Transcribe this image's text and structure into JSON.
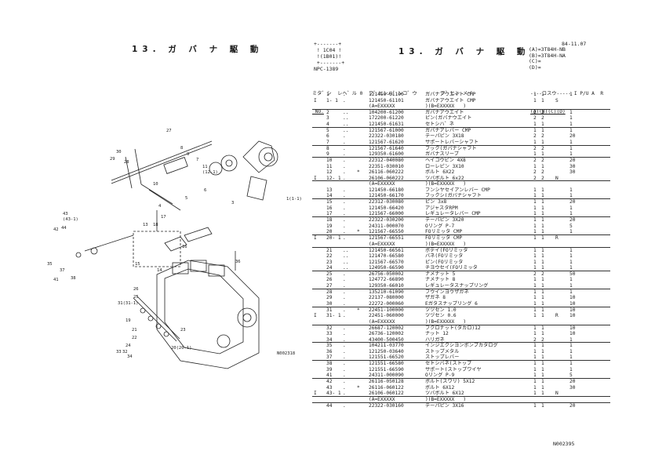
{
  "left_title": "13. ガ  バ  ナ  駆  動",
  "right_title": "13. ガ  バ  ナ  駆  動",
  "box_header": "+-------+\n ! 1C04 !\n !(1B01)!\n +-------+\nNPC-1389",
  "date": "84-11.07",
  "variants": "(A)=3T84H-NB\n(B)=3T84H-NA\n(C)=\n(D)=",
  "col_headers": {
    "line1": "ミタ゛シ  レヘ゛ル 0  フ゛ヒンハ゛ンコ゛ウ        フ゛ヒン メイ",
    "line2": " NO.",
    "qty_hdr": "----コスウ----- I P/U A  R",
    "qty_sub": "(A)(B)(C)(D)"
  },
  "diagram_code": "N002318",
  "diagram_labels": [
    "27",
    "28",
    "29",
    "30",
    "31",
    "32",
    "33",
    "34",
    "35",
    "36",
    "37",
    "38",
    "39",
    "40",
    "41",
    "42",
    "43",
    "(43-1)",
    "44",
    "5",
    "6",
    "7",
    "8",
    "9",
    "10",
    "11",
    "12",
    "(12-1)",
    "13",
    "14",
    "15",
    "16",
    "17",
    "18",
    "19",
    "20",
    "21",
    "22",
    "23",
    "24",
    "25",
    "26",
    "31(31-1)",
    "20(20-1)",
    "1(1-1)",
    "3",
    "4",
    "1"
  ],
  "rows": [
    {
      "ind": "",
      "no": "1",
      "lv": ".",
      "star": "",
      "part": "121450-61100",
      "name": "ガバナアウエイト CMP",
      "qa": "1",
      "qb": "1",
      "ip": "",
      "qty": "1",
      "ul": false
    },
    {
      "ind": "I",
      "no": "1- 1",
      "lv": ".",
      "star": "",
      "part": "121450-61101",
      "name": "ガバナアウエイト CMP",
      "qa": "1",
      "qb": "1",
      "ip": "S",
      "qty": "",
      "ul": false
    },
    {
      "ind": "",
      "no": "",
      "lv": "",
      "star": "",
      "part": "(A=EXXXXX",
      "name": ")(B=EXXXXX   )",
      "qa": "",
      "qb": "",
      "ip": "",
      "qty": "",
      "ul": true
    },
    {
      "ind": "",
      "no": "2",
      "lv": "..",
      "star": "",
      "part": "104200-61200",
      "name": "ガバナアウエイト",
      "qa": "2",
      "qb": "2",
      "ip": "",
      "qty": "1",
      "ul": false
    },
    {
      "ind": "",
      "no": "3",
      "lv": "..",
      "star": "",
      "part": "172200-61220",
      "name": "ピン(ガバナウエイト",
      "qa": "2",
      "qb": "2",
      "ip": "",
      "qty": "1",
      "ul": false
    },
    {
      "ind": "",
      "no": "4",
      "lv": "..",
      "star": "",
      "part": "121450-61631",
      "name": "セトシハ゛ネ",
      "qa": "1",
      "qb": "1",
      "ip": "",
      "qty": "1",
      "ul": true
    },
    {
      "ind": "",
      "no": "5",
      "lv": "..",
      "star": "",
      "part": "121567-61000",
      "name": "ガバナアレバー CMP",
      "qa": "1",
      "qb": "1",
      "ip": "",
      "qty": "1",
      "ul": false
    },
    {
      "ind": "",
      "no": "6",
      "lv": ".",
      "star": "",
      "part": "22322-030180",
      "name": "テーパピン 3X18",
      "qa": "2",
      "qb": "2",
      "ip": "",
      "qty": "20",
      "ul": false
    },
    {
      "ind": "",
      "no": "7",
      "lv": ".",
      "star": "",
      "part": "121567-61620",
      "name": "サポートレバーシャフト",
      "qa": "1",
      "qb": "1",
      "ip": "",
      "qty": "1",
      "ul": true
    },
    {
      "ind": "",
      "no": "8",
      "lv": ".",
      "star": "",
      "part": "121567-61640",
      "name": "フック(ガバナシャフト",
      "qa": "2",
      "qb": "2",
      "ip": "",
      "qty": "1",
      "ul": false
    },
    {
      "ind": "",
      "no": "9",
      "lv": ".",
      "star": "",
      "part": "129350-61600",
      "name": "ガバナスリーブ",
      "qa": "1",
      "qb": "1",
      "ip": "",
      "qty": "1",
      "ul": true
    },
    {
      "ind": "",
      "no": "10",
      "lv": ".",
      "star": "",
      "part": "22312-040080",
      "name": "ヘイコウピン 4X8",
      "qa": "2",
      "qb": "2",
      "ip": "",
      "qty": "20",
      "ul": false
    },
    {
      "ind": "",
      "no": "11",
      "lv": ".",
      "star": "",
      "part": "22351-030010",
      "name": "ローレピン 3X10",
      "qa": "1",
      "qb": "1",
      "ip": "",
      "qty": "30",
      "ul": false
    },
    {
      "ind": "",
      "no": "12",
      "lv": ".",
      "star": "*",
      "part": "26116-060222",
      "name": "ボルト 6X22",
      "qa": "2",
      "qb": "2",
      "ip": "",
      "qty": "30",
      "ul": false
    },
    {
      "ind": "I",
      "no": "12- 1",
      "lv": ".",
      "star": "",
      "part": "26106-060222",
      "name": "ツバボルト 6x22",
      "qa": "2",
      "qb": "2",
      "ip": "N",
      "qty": "",
      "ul": true
    },
    {
      "ind": "",
      "no": "",
      "lv": "",
      "star": "",
      "part": "(A=EXXXXX",
      "name": ")(B=EXXXXX   )",
      "qa": "",
      "qb": "",
      "ip": "",
      "qty": "",
      "ul": false
    },
    {
      "ind": "",
      "no": "13",
      "lv": ".",
      "star": "",
      "part": "121450-66180",
      "name": "フンシヤセイアンレバー CMP",
      "qa": "1",
      "qb": "1",
      "ip": "",
      "qty": "1",
      "ul": false
    },
    {
      "ind": "",
      "no": "14",
      "lv": ".",
      "star": "",
      "part": "121450-66170",
      "name": "フックシ(ガバナシャフト",
      "qa": "1",
      "qb": "1",
      "ip": "",
      "qty": "1",
      "ul": true
    },
    {
      "ind": "",
      "no": "15",
      "lv": ".",
      "star": "",
      "part": "22312-030080",
      "name": "ピン 3x8",
      "qa": "1",
      "qb": "1",
      "ip": "",
      "qty": "20",
      "ul": false
    },
    {
      "ind": "",
      "no": "16",
      "lv": ".",
      "star": "",
      "part": "121450-66420",
      "name": "アジャスタRPM",
      "qa": "1",
      "qb": "1",
      "ip": "",
      "qty": "1",
      "ul": false
    },
    {
      "ind": "",
      "no": "17",
      "lv": ".",
      "star": "",
      "part": "121567-66000",
      "name": "レギュレータレバー CMP",
      "qa": "1",
      "qb": "1",
      "ip": "",
      "qty": "1",
      "ul": true
    },
    {
      "ind": "",
      "no": "18",
      "lv": ".",
      "star": "",
      "part": "22322-030200",
      "name": "テーパピン 3X20",
      "qa": "1",
      "qb": "1",
      "ip": "",
      "qty": "20",
      "ul": false
    },
    {
      "ind": "",
      "no": "19",
      "lv": ".",
      "star": "",
      "part": "24311-000070",
      "name": "Oリング P-7",
      "qa": "1",
      "qb": "1",
      "ip": "",
      "qty": "5",
      "ul": false
    },
    {
      "ind": "",
      "no": "20",
      "lv": ".",
      "star": "*",
      "part": "121567-66550",
      "name": "FOリミッタ CMP",
      "qa": "1",
      "qb": "1",
      "ip": "",
      "qty": "1",
      "ul": true
    },
    {
      "ind": "I",
      "no": "20- 1",
      "lv": ".",
      "star": "",
      "part": "121567-66551",
      "name": "FOリミッタ CMP",
      "qa": "1",
      "qb": "1",
      "ip": "R",
      "qty": "",
      "ul": false
    },
    {
      "ind": "",
      "no": "",
      "lv": "",
      "star": "",
      "part": "(A=EXXXXX",
      "name": ")(B=EXXXXX   )",
      "qa": "",
      "qb": "",
      "ip": "",
      "qty": "",
      "ul": true
    },
    {
      "ind": "",
      "no": "21",
      "lv": "..",
      "star": "",
      "part": "121450-66561",
      "name": "ボデイ(FOリミッタ",
      "qa": "1",
      "qb": "1",
      "ip": "",
      "qty": "1",
      "ul": false
    },
    {
      "ind": "",
      "no": "22",
      "lv": "..",
      "star": "",
      "part": "121470-66580",
      "name": "バネ(FOリミッタ",
      "qa": "1",
      "qb": "1",
      "ip": "",
      "qty": "1",
      "ul": false
    },
    {
      "ind": "",
      "no": "23",
      "lv": "..",
      "star": "",
      "part": "121567-66570",
      "name": "ピン(FOリミッタ",
      "qa": "1",
      "qb": "1",
      "ip": "",
      "qty": "1",
      "ul": false
    },
    {
      "ind": "",
      "no": "24",
      "lv": "..",
      "star": "",
      "part": "124950-66590",
      "name": "チヨウセイ(FOリミッタ",
      "qa": "1",
      "qb": "1",
      "ip": "",
      "qty": "1",
      "ul": true
    },
    {
      "ind": "",
      "no": "25",
      "lv": ".",
      "star": "",
      "part": "26756-050002",
      "name": "ナメナット 5",
      "qa": "2",
      "qb": "2",
      "ip": "",
      "qty": "50",
      "ul": false
    },
    {
      "ind": "",
      "no": "26",
      "lv": ".",
      "star": "",
      "part": "124772-66890",
      "name": "ナメナット 8",
      "qa": "1",
      "qb": "1",
      "ip": "",
      "qty": "1",
      "ul": false
    },
    {
      "ind": "",
      "no": "27",
      "lv": ".",
      "star": "",
      "part": "129350-66010",
      "name": "レギュレータスナップリング",
      "qa": "1",
      "qb": "1",
      "ip": "",
      "qty": "1",
      "ul": true
    },
    {
      "ind": "",
      "no": "28",
      "lv": ".",
      "star": "",
      "part": "135210-61090",
      "name": "フウインヨウザガネ",
      "qa": "1",
      "qb": "1",
      "ip": "",
      "qty": "1",
      "ul": false
    },
    {
      "ind": "",
      "no": "29",
      "lv": ".",
      "star": "",
      "part": "22137-080000",
      "name": "ザガネ 8",
      "qa": "1",
      "qb": "1",
      "ip": "",
      "qty": "10",
      "ul": false
    },
    {
      "ind": "",
      "no": "30",
      "lv": ".",
      "star": "",
      "part": "22272-000060",
      "name": "Eガタスナップリング 6",
      "qa": "1",
      "qb": "1",
      "ip": "",
      "qty": "10",
      "ul": true
    },
    {
      "ind": "",
      "no": "31",
      "lv": ".",
      "star": "*",
      "part": "22451-100000",
      "name": "ツヅセン 1.0",
      "qa": "1",
      "qb": "1",
      "ip": "",
      "qty": "10",
      "ul": false
    },
    {
      "ind": "I",
      "no": "31- 1",
      "lv": ".",
      "star": "",
      "part": "22451-060000",
      "name": "ツヅセン 0.6",
      "qa": "1",
      "qb": "1",
      "ip": "R",
      "qty": "10",
      "ul": false
    },
    {
      "ind": "",
      "no": "",
      "lv": "",
      "star": "",
      "part": "(A=EXXXXX",
      "name": ")(B=EXXXXX   )",
      "qa": "",
      "qb": "",
      "ip": "",
      "qty": "",
      "ul": true
    },
    {
      "ind": "",
      "no": "32",
      "lv": ".",
      "star": "",
      "part": "26687-120002",
      "name": "フクロナット(タカロ)12",
      "qa": "1",
      "qb": "1",
      "ip": "",
      "qty": "10",
      "ul": false
    },
    {
      "ind": "",
      "no": "33",
      "lv": ".",
      "star": "",
      "part": "26736-120002",
      "name": "ナット 12",
      "qa": "1",
      "qb": "1",
      "ip": "",
      "qty": "10",
      "ul": false
    },
    {
      "ind": "",
      "no": "34",
      "lv": ".",
      "star": "",
      "part": "43400-500450",
      "name": "ハリガネ",
      "qa": "2",
      "qb": "2",
      "ip": "",
      "qty": "1",
      "ul": true
    },
    {
      "ind": "",
      "no": "35",
      "lv": ".",
      "star": "",
      "part": "104211-03770",
      "name": "インジエクシヨンポンプカタログ",
      "qa": "1",
      "qb": "1",
      "ip": "",
      "qty": "1",
      "ul": false
    },
    {
      "ind": "",
      "no": "36",
      "lv": ".",
      "star": "",
      "part": "121250-03640",
      "name": "ストップメタル",
      "qa": "1",
      "qb": "1",
      "ip": "",
      "qty": "1",
      "ul": false
    },
    {
      "ind": "",
      "no": "37",
      "lv": ".",
      "star": "",
      "part": "121551-66520",
      "name": "ストップレバー",
      "qa": "1",
      "qb": "1",
      "ip": "",
      "qty": "1",
      "ul": true
    },
    {
      "ind": "",
      "no": "38",
      "lv": ".",
      "star": "",
      "part": "121551-66580",
      "name": "セトシバネ(ストップ",
      "qa": "1",
      "qb": "1",
      "ip": "",
      "qty": "1",
      "ul": false
    },
    {
      "ind": "",
      "no": "39",
      "lv": ".",
      "star": "",
      "part": "121551-66590",
      "name": "サポート(ストップワイヤ",
      "qa": "1",
      "qb": "1",
      "ip": "",
      "qty": "1",
      "ul": false
    },
    {
      "ind": "",
      "no": "41",
      "lv": ".",
      "star": "",
      "part": "24311-000090",
      "name": "Oリング P-9",
      "qa": "1",
      "qb": "1",
      "ip": "",
      "qty": "5",
      "ul": true
    },
    {
      "ind": "",
      "no": "42",
      "lv": ".",
      "star": "",
      "part": "26116-050128",
      "name": "ボルト(スワリ) 5X12",
      "qa": "1",
      "qb": "1",
      "ip": "",
      "qty": "20",
      "ul": false
    },
    {
      "ind": "",
      "no": "43",
      "lv": ".",
      "star": "*",
      "part": "26116-060122",
      "name": "ボルト 6X12",
      "qa": "1",
      "qb": "1",
      "ip": "",
      "qty": "30",
      "ul": false
    },
    {
      "ind": "I",
      "no": "43- 1",
      "lv": ".",
      "star": "",
      "part": "26106-060122",
      "name": "ツバボルト 6X12",
      "qa": "1",
      "qb": "1",
      "ip": "N",
      "qty": "",
      "ul": true
    },
    {
      "ind": "",
      "no": "",
      "lv": "",
      "star": "",
      "part": "(A=EXXXXX",
      "name": ")(B=EXXXXX   )",
      "qa": "",
      "qb": "",
      "ip": "",
      "qty": "",
      "ul": true
    },
    {
      "ind": "",
      "no": "44",
      "lv": ".",
      "star": "",
      "part": "22322-030160",
      "name": "テーパピン 3X16",
      "qa": "1",
      "qb": "1",
      "ip": "",
      "qty": "20",
      "ul": false
    }
  ],
  "footer_code": "N002395"
}
